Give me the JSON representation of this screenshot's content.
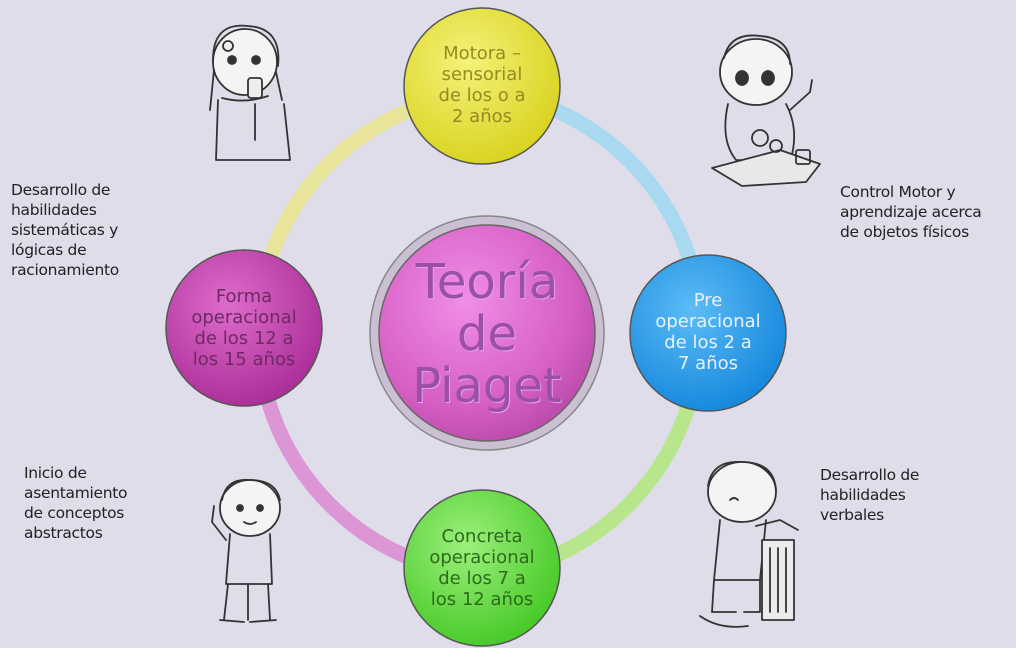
{
  "center": {
    "lines": [
      "Teoría",
      "de",
      "Piaget"
    ],
    "color": "#d65fc4"
  },
  "stages": {
    "top": {
      "lines": [
        "Motora –",
        "sensorial",
        "de los o a",
        "2 años"
      ],
      "color": "#e4e02c",
      "text_color": "#9a8f2a"
    },
    "right": {
      "lines": [
        "Pre",
        "operacional",
        "de los 2 a",
        "7 años"
      ],
      "color": "#1f9ff0",
      "text_color": "#e8f2ff"
    },
    "bottom": {
      "lines": [
        "Concreta",
        "operacional",
        "de los 7 a",
        "los 12 años"
      ],
      "color": "#5fe13a",
      "text_color": "#2e6a1c"
    },
    "left": {
      "lines": [
        "Forma",
        "operacional",
        "de los 12 a",
        "los 15 años"
      ],
      "color": "#c93fb3",
      "text_color": "#6e2a63"
    }
  },
  "ring_colors": {
    "top_right": "#a9d9f0",
    "bottom_right": "#b8e68c",
    "bottom_left": "#dc96d6",
    "top_left": "#e8e59a"
  },
  "notes": {
    "top_left": [
      "Desarrollo de",
      "habilidades",
      "sistemáticas y",
      "lógicas de",
      "racionamiento"
    ],
    "top_right": [
      "Control Motor y",
      "aprendizaje  acerca",
      "de objetos físicos"
    ],
    "bottom_left": [
      "Inicio de",
      "asentamiento",
      "de conceptos",
      "abstractos"
    ],
    "bottom_right": [
      "Desarrollo de",
      "habilidades",
      "verbales"
    ]
  },
  "illustrations": {
    "top_left": "girl-drinking-icon",
    "top_right": "toddler-drawing-icon",
    "bottom_left": "boy-pointing-icon",
    "bottom_right": "boy-reading-icon"
  }
}
